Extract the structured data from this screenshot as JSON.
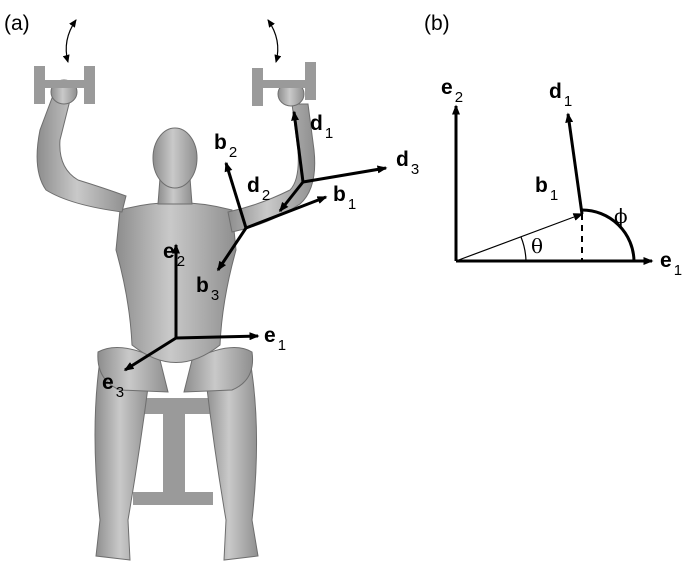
{
  "panel_a": {
    "label": "(a)",
    "vectors": {
      "e1": {
        "base": "e",
        "sub": "1"
      },
      "e2": {
        "base": "e",
        "sub": "2"
      },
      "e3": {
        "base": "e",
        "sub": "3"
      },
      "b1": {
        "base": "b",
        "sub": "1"
      },
      "b2": {
        "base": "b",
        "sub": "2"
      },
      "b3": {
        "base": "b",
        "sub": "3"
      },
      "d1": {
        "base": "d",
        "sub": "1"
      },
      "d2": {
        "base": "d",
        "sub": "2"
      },
      "d3": {
        "base": "d",
        "sub": "3"
      }
    }
  },
  "panel_b": {
    "label": "(b)",
    "vectors": {
      "e1": {
        "base": "e",
        "sub": "1"
      },
      "e2": {
        "base": "e",
        "sub": "2"
      },
      "b1": {
        "base": "b",
        "sub": "1"
      },
      "d1": {
        "base": "d",
        "sub": "1"
      }
    },
    "angles": {
      "theta": "θ",
      "phi": "ϕ"
    }
  },
  "colors": {
    "figure": "#a7a7a7",
    "chair": "#9a9a9a",
    "lines": "#000000"
  }
}
